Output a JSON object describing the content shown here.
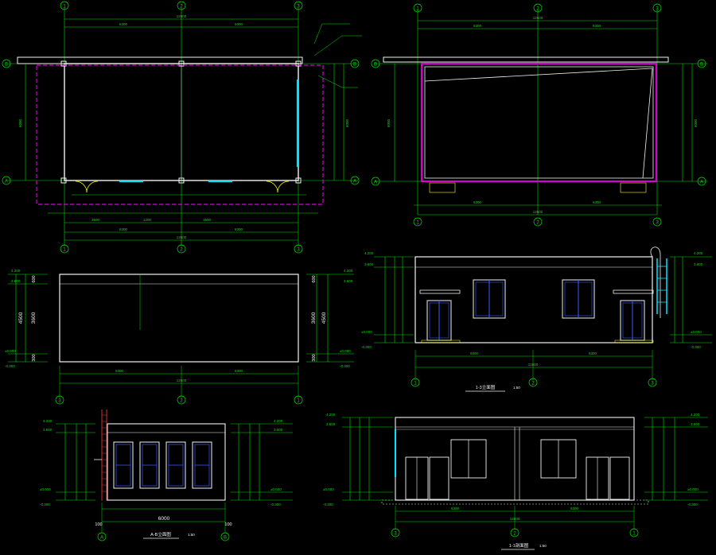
{
  "colors": {
    "background": "#000000",
    "dim_green": "#00e000",
    "wall_white": "#f2f2f2",
    "magenta": "#d400d4",
    "cyan": "#00e5ff",
    "yellow": "#ffff00",
    "blue": "#3a5cff",
    "red": "#ff3b3b"
  },
  "axes": {
    "a1": "1",
    "a2": "2",
    "a3": "3",
    "aA": "A",
    "aB": "B"
  },
  "plan": {
    "total": "12600",
    "half_left": "6300",
    "half_right": "6300",
    "depth_dim": "6000",
    "seg1": "3600",
    "seg2": "1200",
    "seg3": "1500"
  },
  "roof_plan": {
    "total": "12600",
    "depth": "6000",
    "seg_l": "6300",
    "seg_r": "6300"
  },
  "elev_a": {
    "h_top": "4.200",
    "h_mid": "3.600",
    "h_floor": "±0.000",
    "h_base": "-0.300",
    "dim_600": "600",
    "dim_3600": "3600",
    "dim_4500": "4500",
    "dim_300": "300",
    "dim_12600": "12600",
    "dim_6300_l": "6300",
    "dim_6300_r": "6300"
  },
  "elev_b": {
    "h_top": "4.200",
    "h_mid": "3.600",
    "h_floor": "±0.000",
    "h_base": "-0.300",
    "dim_total": "12600",
    "dim_l": "6300",
    "dim_r": "6300",
    "title": "1-3立面图",
    "scale": "1:50"
  },
  "elev_c": {
    "h_top": "4.200",
    "h_mid": "3.600",
    "h_floor": "±0.000",
    "h_base": "-0.300",
    "width": "6000",
    "edge_l": "100",
    "edge_r": "100",
    "title": "A-B立面图",
    "scale": "1:50"
  },
  "section": {
    "h_top": "4.200",
    "h_mid": "3.600",
    "h_floor": "±0.000",
    "h_base": "-0.300",
    "dim_total": "12600",
    "dim_l": "6300",
    "dim_r": "6300",
    "title": "1-1剖面图",
    "scale": "1:50"
  }
}
